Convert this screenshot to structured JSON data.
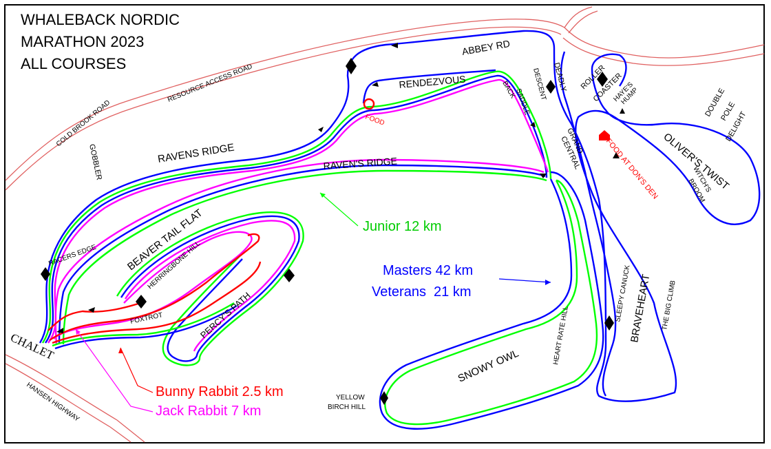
{
  "title": {
    "line1": "WHALEBACK NORDIC",
    "line2": "MARATHON 2023",
    "line3": "ALL COURSES"
  },
  "roads": {
    "resource_access": "RESOURCE ACCESS ROAD",
    "cold_brook": "COLD BROOK ROAD",
    "hansen": "HANSEN HIGHWAY"
  },
  "places": {
    "chalet": "CHALET",
    "food": "FOOD",
    "food_dons_den": "FOOD AT DON'S DEN"
  },
  "trails": {
    "abbey_rd": "ABBEY RD",
    "rendezvous": "RENDEZVOUS",
    "ravens_ridge_upper": "RAVENS RIDGE",
    "ravens_ridge_lower": "RAVEN'S RIDGE",
    "gobbler": "GOBBLER",
    "racers_edge": "RACERS EDGE",
    "beaver_tail_flat": "BEAVER TAIL FLAT",
    "herringbone_hill": "HERRINGBONE HILL",
    "foxtrot": "FOXTROT",
    "percys_path": "PERCY'S PATH",
    "saddle": "SADDLE",
    "back": "BACK",
    "descent": "DESCENT",
    "deadly": "DEADLY",
    "grand": "GRAND",
    "central": "CENTRAL",
    "roller": "ROLLER",
    "coaster": "COASTER",
    "hayes": "HAYE'S",
    "hump": "HUMP",
    "double": "DOUBLE",
    "pole": "POLE",
    "delight": "DELIGHT",
    "olivers_twist": "OLIVER'S TWIST",
    "witchs": "WITCH'S",
    "broom": "BROOM",
    "sleepy_canuck": "SLEEPY CANUCK",
    "braveheart": "BRAVEHEART",
    "the_big_climb": "THE BIG CLIMB",
    "heart_rate_hill": "HEART RATE HILL",
    "snowy_owl": "SNOWY OWL",
    "yellow": "YELLOW",
    "birch_hill": "BIRCH HILL"
  },
  "legend": {
    "junior": "Junior 12 km",
    "masters": "Masters 42 km",
    "veterans": "Veterans  21 km",
    "bunny": "Bunny Rabbit 2.5 km",
    "jack": "Jack Rabbit 7 km"
  },
  "colors": {
    "masters_veterans": "#0000ff",
    "junior": "#00ff00",
    "jack_rabbit": "#ff00ff",
    "bunny_rabbit": "#ff0000",
    "road": "#e06060"
  }
}
